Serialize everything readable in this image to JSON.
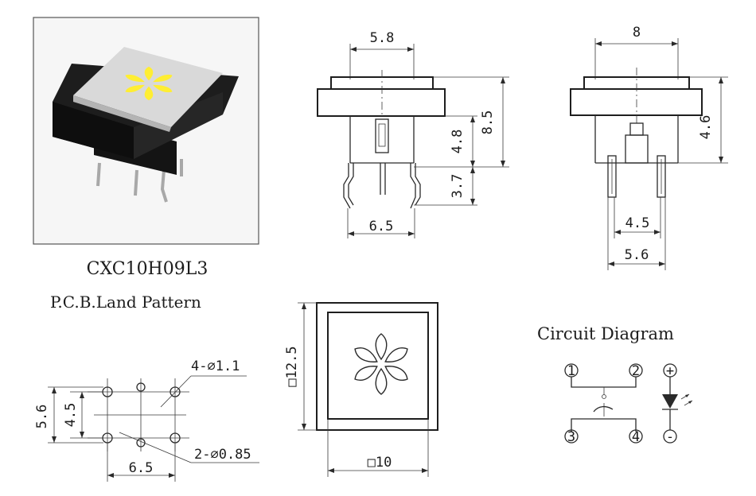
{
  "product": {
    "model": "CXC10H09L3",
    "body_color": "#1a1a1a",
    "cap_color": "#d6d6d6",
    "led_color": "#ffee33"
  },
  "side_view": {
    "top_width": "5.8",
    "height_total": "8.5",
    "height_body": "4.8",
    "pin_length": "3.7",
    "pin_spacing": "6.5"
  },
  "front_view": {
    "width": "8",
    "height": "4.6",
    "inner_width": "4.5",
    "pin_width": "5.6"
  },
  "land_pattern": {
    "title": "P.C.B.Land Pattern",
    "hole_large": "4-⌀1.1",
    "hole_small": "2-⌀0.85",
    "height_outer": "5.6",
    "height_inner": "4.5",
    "width": "6.5"
  },
  "top_view": {
    "outer": "□12.5",
    "inner": "□10"
  },
  "circuit": {
    "title": "Circuit Diagram",
    "pins": [
      "1",
      "2",
      "3",
      "4"
    ],
    "led_plus": "+",
    "led_minus": "-"
  }
}
